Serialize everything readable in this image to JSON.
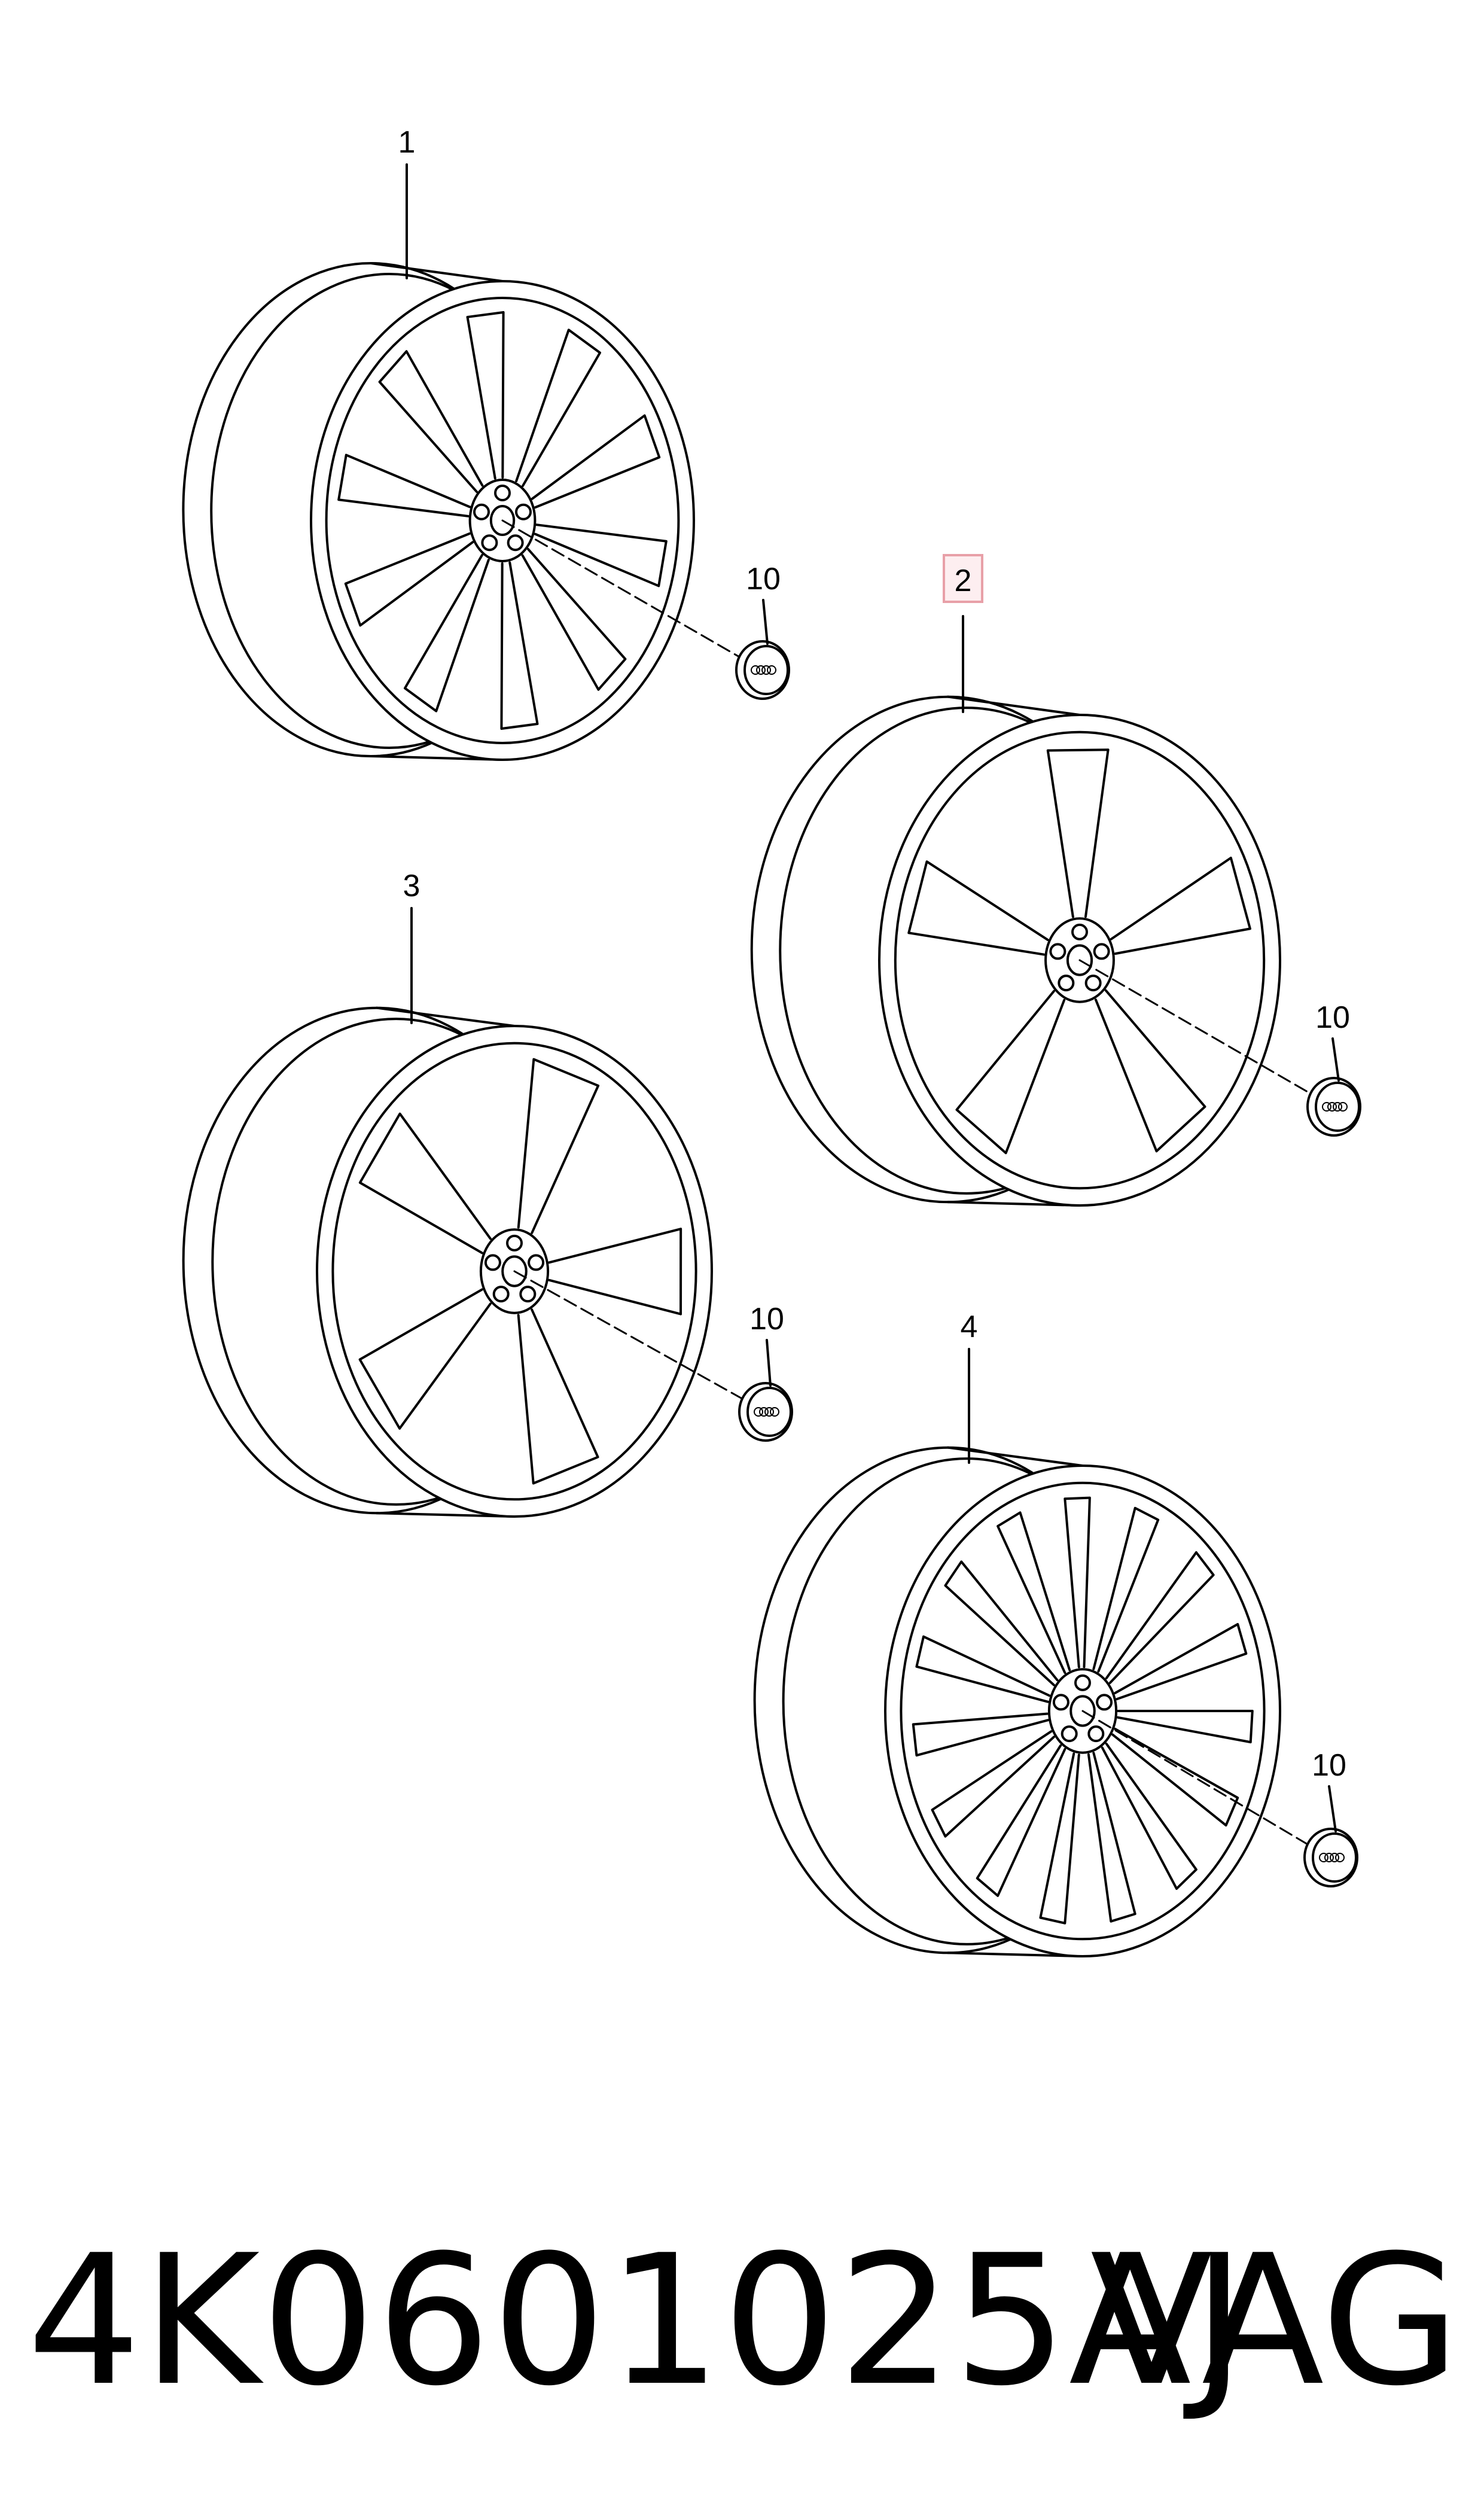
{
  "diagram": {
    "callouts": {
      "wheel_1": "1",
      "wheel_2": "2",
      "wheel_3": "3",
      "wheel_4": "4",
      "cap_a": "10",
      "cap_b": "10",
      "cap_c": "10",
      "cap_d": "10"
    },
    "highlight_color": "#e8a0a8"
  },
  "footer": {
    "part_number": "4K0601025AJ",
    "brand": "VAG"
  }
}
